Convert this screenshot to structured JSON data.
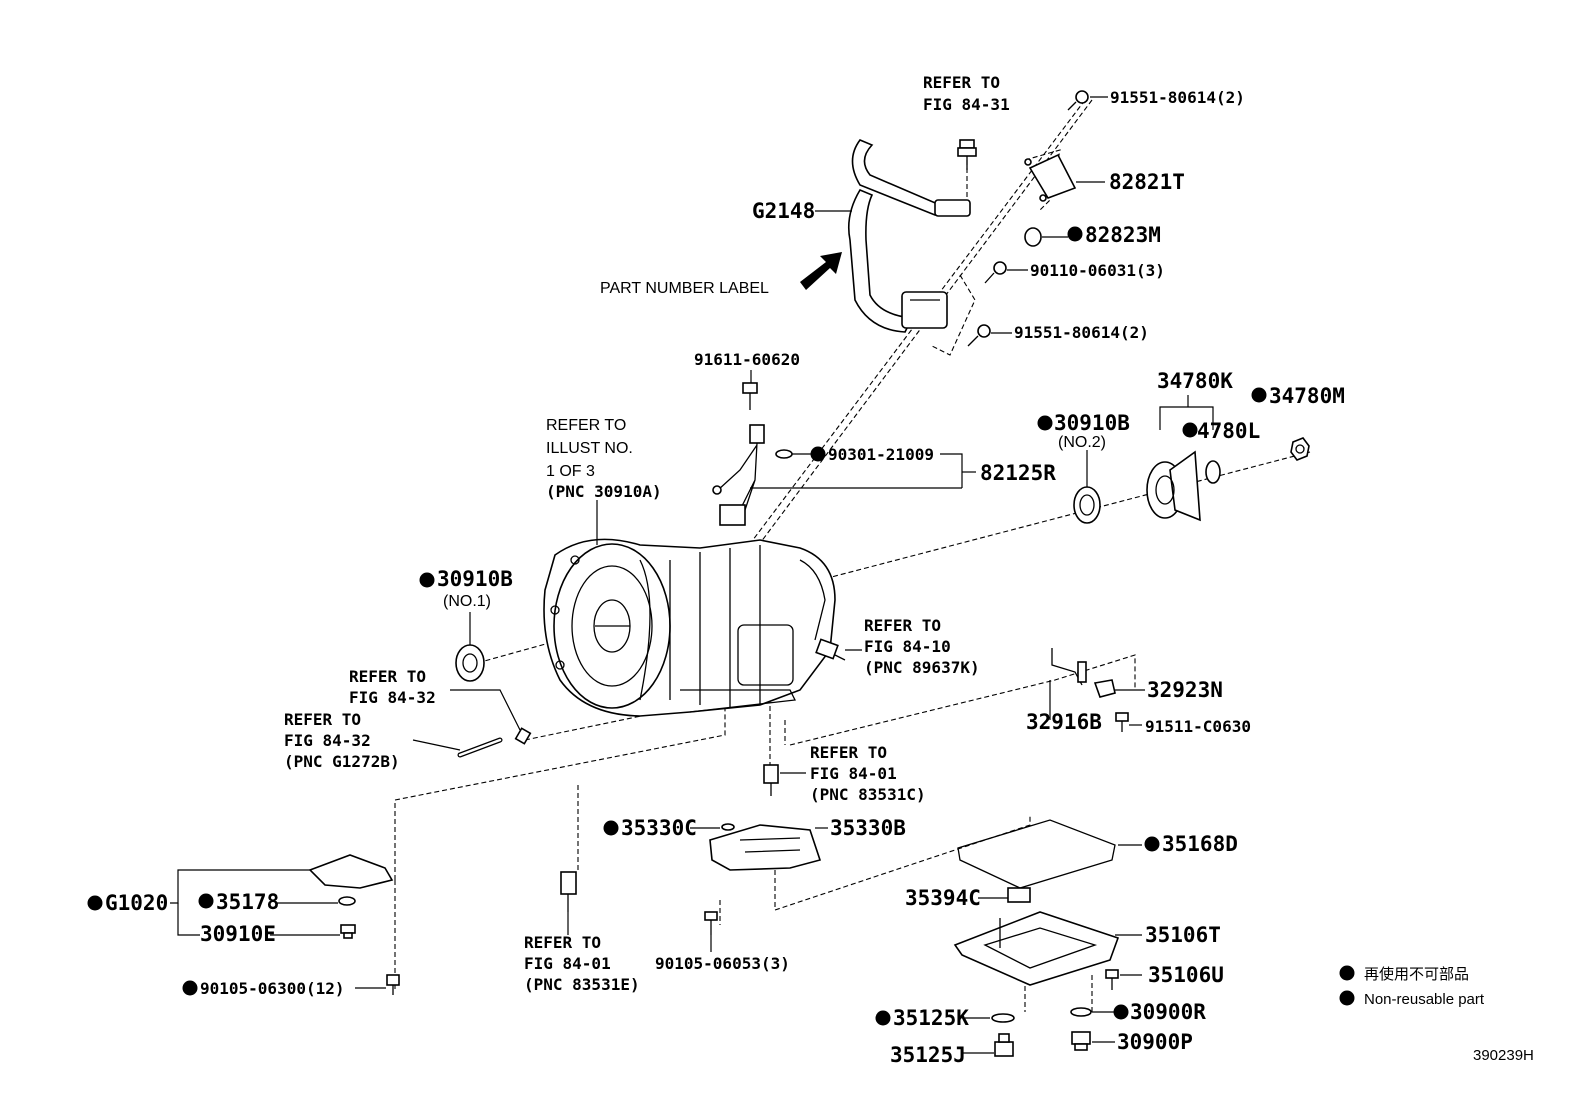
{
  "diagram": {
    "labels": {
      "p_91551_top": "91551-80614(2)",
      "ref_84_31_a": "REFER TO",
      "ref_84_31_b": "FIG 84-31",
      "p_82821T": "82821T",
      "p_G2148": "G2148",
      "p_82823M": "82823M",
      "p_90110": "90110-06031(3)",
      "part_number_label": "PART NUMBER LABEL",
      "p_91551_mid": "91551-80614(2)",
      "p_91611": "91611-60620",
      "p_34780K": "34780K",
      "p_34780M": "34780M",
      "p_30910B_2": "30910B",
      "no2": "(NO.2)",
      "p_34780L": "4780L",
      "ref_illust_a": "REFER TO",
      "ref_illust_b": "ILLUST NO.",
      "ref_illust_c": "1 OF 3",
      "ref_illust_d": "(PNC 30910A)",
      "p_90301": "90301-21009",
      "p_82125R": "82125R",
      "p_30910B_1": "30910B",
      "no1": "(NO.1)",
      "ref_84_10_a": "REFER TO",
      "ref_84_10_b": "FIG 84-10",
      "ref_84_10_c": "(PNC 89637K)",
      "ref_84_32_a": "REFER TO",
      "ref_84_32_b": "FIG 84-32",
      "ref_84_32b_a": "REFER TO",
      "ref_84_32b_b": "FIG 84-32",
      "ref_84_32b_c": "(PNC G1272B)",
      "p_32923N": "32923N",
      "p_32916B": "32916B",
      "p_91511": "91511-C0630",
      "ref_84_01_a": "REFER TO",
      "ref_84_01_b": "FIG 84-01",
      "ref_84_01_c": "(PNC 83531C)",
      "p_35330C": "35330C",
      "p_35330B": "35330B",
      "p_35168D": "35168D",
      "p_G1020": "G1020",
      "p_35178": "35178",
      "p_30910E": "30910E",
      "p_35394C": "35394C",
      "p_35106T": "35106T",
      "ref_84_01b_a": "REFER TO",
      "ref_84_01b_b": "FIG 84-01",
      "ref_84_01b_c": "(PNC 83531E)",
      "p_90105_06053": "90105-06053(3)",
      "p_35106U": "35106U",
      "p_90105_06300": "90105-06300(12)",
      "p_30900R": "30900R",
      "p_35125K": "35125K",
      "p_30900P": "30900P",
      "p_35125J": "35125J",
      "legend_jp": "再使用不可部品",
      "legend_en": "Non-reusable part",
      "diagram_id": "390239H"
    }
  }
}
